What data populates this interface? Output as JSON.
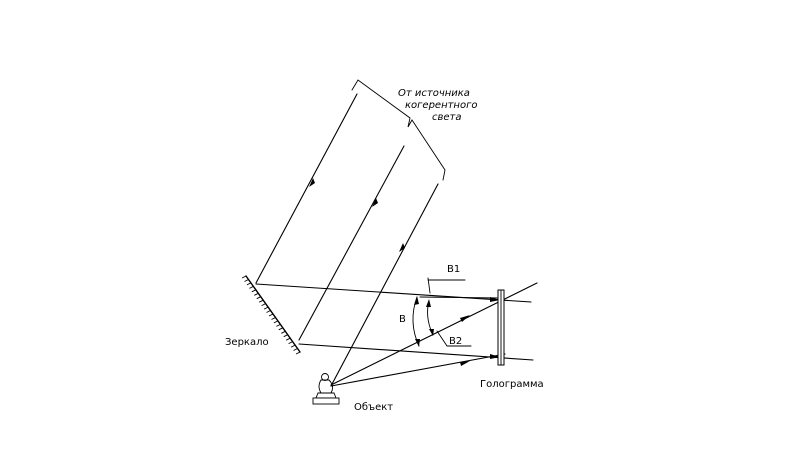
{
  "labels": {
    "source_line1": "От  источника",
    "source_line2": "когерентного",
    "source_line3": "света",
    "mirror": "Зеркало",
    "object": "Объект",
    "hologram": "Голограмма",
    "angle_b1": "B1",
    "angle_b2": "B2",
    "angle_b": "B"
  },
  "colors": {
    "background": "#ffffff",
    "ink": "#000000"
  }
}
